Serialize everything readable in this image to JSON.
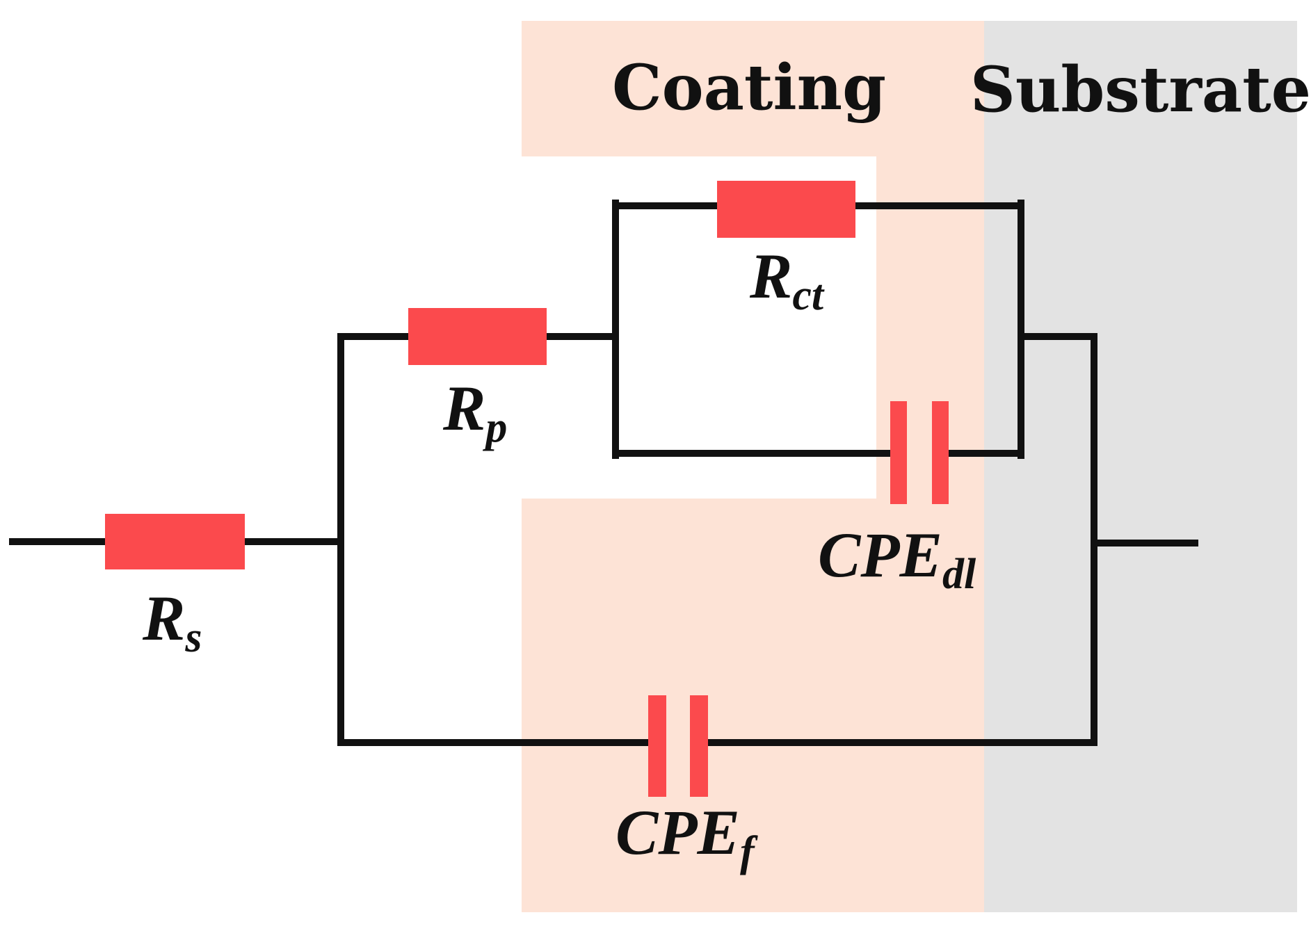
{
  "regions": {
    "coating": {
      "label": "Coating",
      "color": "#fde3d6"
    },
    "substrate": {
      "label": "Substrate",
      "color": "#e3e3e3"
    }
  },
  "colors": {
    "component": "#fb4a4d",
    "wire": "#111111"
  },
  "components": {
    "rs": {
      "symbol": "R",
      "subscript": "s",
      "kind": "resistor"
    },
    "rp": {
      "symbol": "R",
      "subscript": "p",
      "kind": "resistor"
    },
    "rct": {
      "symbol": "R",
      "subscript": "ct",
      "kind": "resistor"
    },
    "cpe_dl": {
      "symbol": "CPE",
      "subscript": "dl",
      "kind": "constant-phase-element"
    },
    "cpe_f": {
      "symbol": "CPE",
      "subscript": "f",
      "kind": "constant-phase-element"
    }
  }
}
